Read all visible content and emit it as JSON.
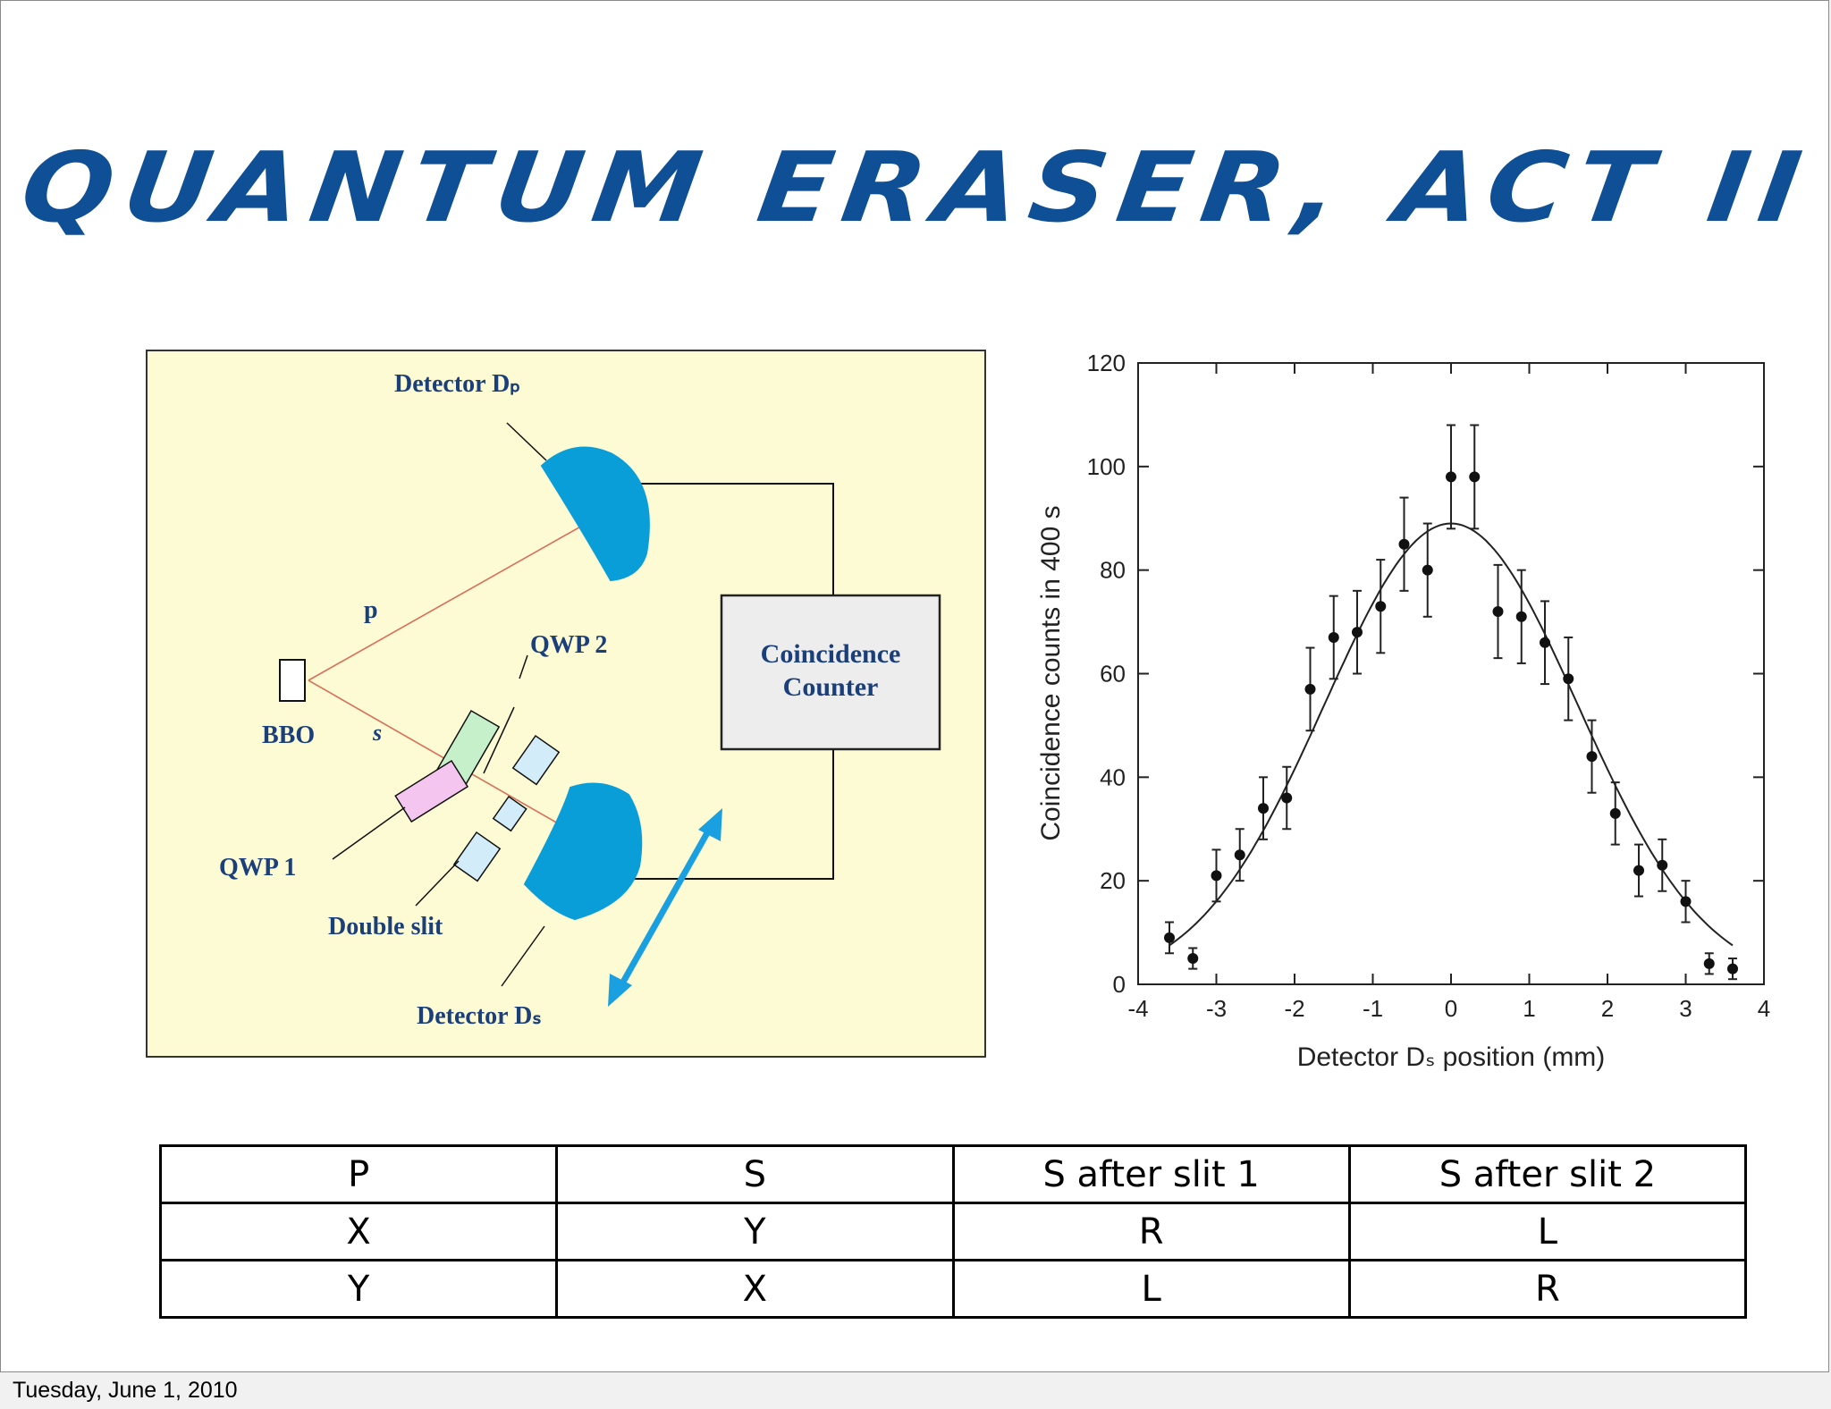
{
  "slide": {
    "title": "QUANTUM ERASER, ACT II",
    "footer_date": "Tuesday, June 1, 2010"
  },
  "diagram": {
    "labels": {
      "detector_p": "Detector Dₚ",
      "detector_s": "Detector Dₛ",
      "p_beam": "p",
      "s_beam": "s",
      "bbo": "BBO",
      "qwp1": "QWP 1",
      "qwp2": "QWP 2",
      "double_slit": "Double slit",
      "coincidence_line1": "Coincidence",
      "coincidence_line2": "Counter"
    },
    "colors": {
      "background": "#fdfbd4",
      "detector": "#0a9ed9",
      "beam": "#d9705a",
      "qwp1": "#f4c6ef",
      "qwp2": "#c6f0c9",
      "slit": "#d3ecfa",
      "counter_fill": "#ededed",
      "arrow": "#1aa0e0"
    }
  },
  "chart_data": {
    "type": "scatter",
    "xlabel": "Detector Dₛ position (mm)",
    "ylabel": "Coincidence counts in 400 s",
    "xlim": [
      -4,
      4
    ],
    "ylim": [
      0,
      120
    ],
    "x_ticks": [
      -4,
      -3,
      -2,
      -1,
      0,
      1,
      2,
      3,
      4
    ],
    "y_ticks": [
      0,
      20,
      40,
      60,
      80,
      100,
      120
    ],
    "grid": false,
    "series": [
      {
        "type": "scatter_with_error",
        "points": [
          {
            "x": -3.6,
            "y": 9,
            "err": 3
          },
          {
            "x": -3.3,
            "y": 5,
            "err": 2
          },
          {
            "x": -3.0,
            "y": 21,
            "err": 5
          },
          {
            "x": -2.7,
            "y": 25,
            "err": 5
          },
          {
            "x": -2.4,
            "y": 34,
            "err": 6
          },
          {
            "x": -2.1,
            "y": 36,
            "err": 6
          },
          {
            "x": -1.8,
            "y": 57,
            "err": 8
          },
          {
            "x": -1.5,
            "y": 67,
            "err": 8
          },
          {
            "x": -1.2,
            "y": 68,
            "err": 8
          },
          {
            "x": -0.9,
            "y": 73,
            "err": 9
          },
          {
            "x": -0.6,
            "y": 85,
            "err": 9
          },
          {
            "x": -0.3,
            "y": 80,
            "err": 9
          },
          {
            "x": 0.0,
            "y": 98,
            "err": 10
          },
          {
            "x": 0.3,
            "y": 98,
            "err": 10
          },
          {
            "x": 0.6,
            "y": 72,
            "err": 9
          },
          {
            "x": 0.9,
            "y": 71,
            "err": 9
          },
          {
            "x": 1.2,
            "y": 66,
            "err": 8
          },
          {
            "x": 1.5,
            "y": 59,
            "err": 8
          },
          {
            "x": 1.8,
            "y": 44,
            "err": 7
          },
          {
            "x": 2.1,
            "y": 33,
            "err": 6
          },
          {
            "x": 2.4,
            "y": 22,
            "err": 5
          },
          {
            "x": 2.7,
            "y": 23,
            "err": 5
          },
          {
            "x": 3.0,
            "y": 16,
            "err": 4
          },
          {
            "x": 3.3,
            "y": 4,
            "err": 2
          },
          {
            "x": 3.6,
            "y": 3,
            "err": 2
          }
        ]
      },
      {
        "type": "fit_line",
        "amplitude": 89,
        "sigma": 1.62
      }
    ]
  },
  "table": {
    "rows": [
      [
        "P",
        "S",
        "S after slit 1",
        "S after slit 2"
      ],
      [
        "X",
        "Y",
        "R",
        "L"
      ],
      [
        "Y",
        "X",
        "L",
        "R"
      ]
    ]
  }
}
